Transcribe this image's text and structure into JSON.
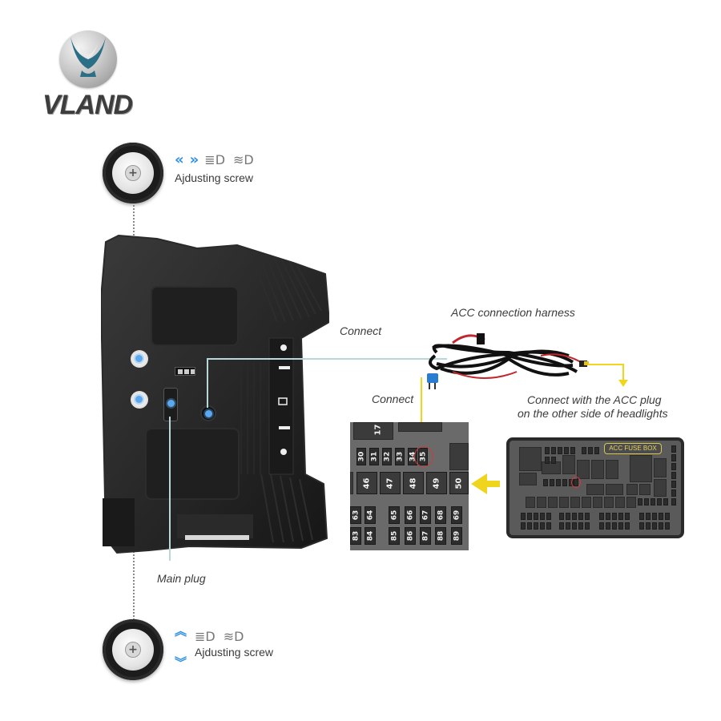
{
  "brand": {
    "name": "VLAND",
    "colors": {
      "teal": "#2a6f86",
      "silver": "#c9c9c9",
      "text": "#3d3d3d"
    }
  },
  "top_screw": {
    "icons": [
      "chevrons-left-icon",
      "chevrons-right-icon",
      "low-beam-icon",
      "high-beam-icon"
    ],
    "chevron_left_glyph": "«",
    "chevron_right_glyph": "»",
    "low_beam_glyph": "≣D",
    "high_beam_glyph": "≋D",
    "label": "Ajdusting screw",
    "direction": "horizontal"
  },
  "bottom_screw": {
    "icons": [
      "chevron-up-icon",
      "chevron-down-icon",
      "low-beam-icon",
      "high-beam-icon"
    ],
    "chevron_up_glyph": "︽",
    "chevron_down_glyph": "︾",
    "low_beam_glyph": "≣D",
    "high_beam_glyph": "≋D",
    "label": "Ajdusting screw",
    "direction": "vertical"
  },
  "labels": {
    "main_plug": "Main plug",
    "connect_top": "Connect",
    "connect_fuse": "Connect",
    "harness_title": "ACC connection harness",
    "acc_plug_line1": "Connect with the ACC plug",
    "acc_plug_line2": "on the other side of headlights"
  },
  "fuse_zoom": {
    "top_partial": "17",
    "row1": [
      "30",
      "31",
      "32",
      "33",
      "34",
      "35"
    ],
    "highlighted": "35",
    "row2": [
      "46",
      "47",
      "48",
      "49",
      "50"
    ],
    "row3": [
      "63",
      "64",
      "65",
      "66",
      "67",
      "68",
      "69"
    ],
    "row4": [
      "83",
      "84",
      "85",
      "86",
      "87",
      "88",
      "89"
    ]
  },
  "fuse_box": {
    "tag": "ACC FUSE BOX",
    "highlighted": "35"
  },
  "accent_colors": {
    "guide_line": "#b8d7d8",
    "arrow_yellow": "#f0d51d",
    "highlight_red": "#d03a3a",
    "chevron_blue": "#2f8fe6"
  }
}
